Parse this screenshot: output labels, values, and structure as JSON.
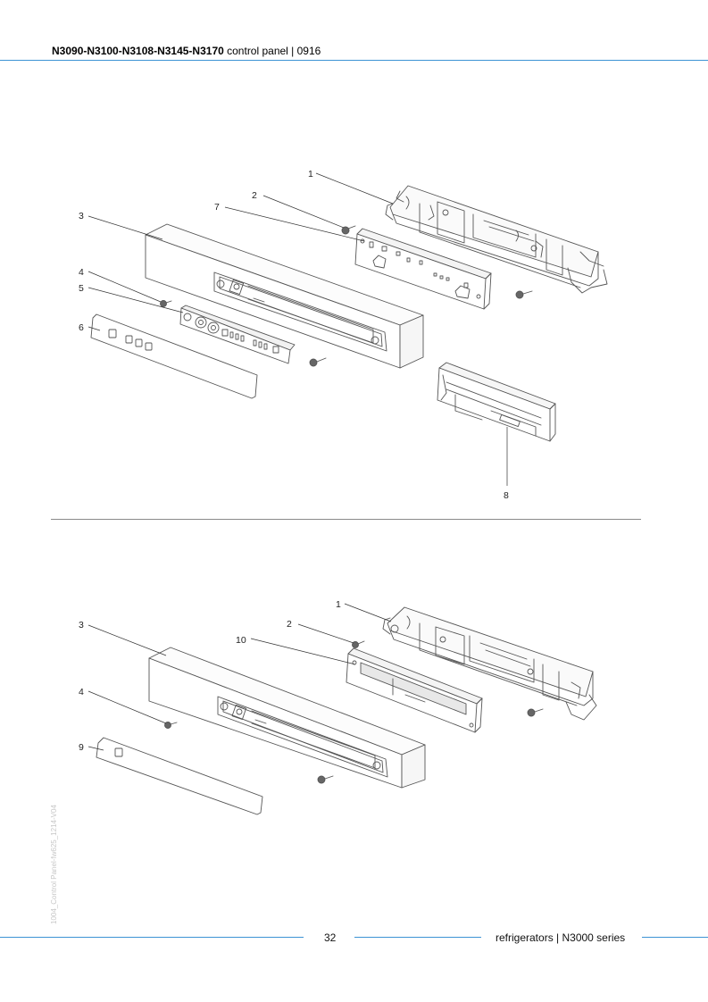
{
  "header": {
    "models": "N3090-N3100-N3108-N3145-N3170",
    "rest": " control panel | 0916"
  },
  "figure_top": {
    "callouts": [
      "1",
      "2",
      "3",
      "4",
      "5",
      "6",
      "7",
      "8"
    ]
  },
  "figure_bottom": {
    "callouts": [
      "1",
      "2",
      "3",
      "4",
      "9",
      "10"
    ]
  },
  "side_reference": "1004_Control Panel-fw625_1214-V04",
  "footer": {
    "page_number": "32",
    "section": "refrigerators | N3000 series"
  },
  "colors": {
    "accent_rule": "#3d93d4",
    "divider": "#8a8a8a",
    "drawing_line": "#555555"
  }
}
